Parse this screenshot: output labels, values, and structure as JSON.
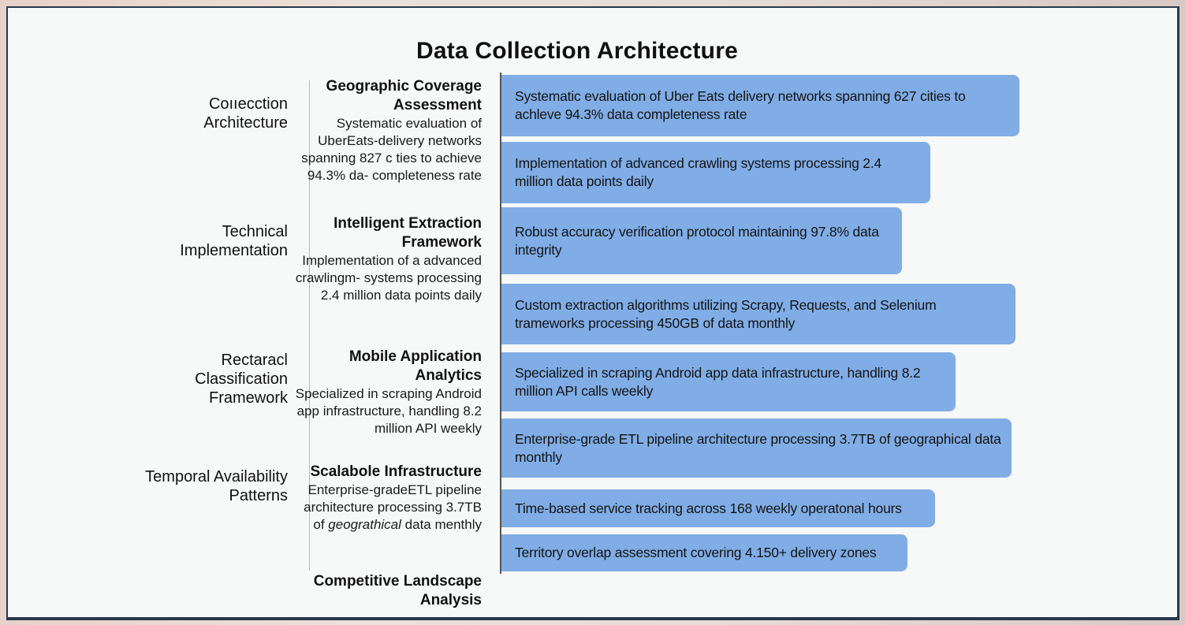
{
  "title": "Data Collection Architecture",
  "categories": [
    {
      "label": "Coııecction Architecture"
    },
    {
      "label": "Technical Implementation"
    },
    {
      "label": "Rectaracl Classification Framework"
    },
    {
      "label": "Temporal Availability Patterns"
    }
  ],
  "components": [
    {
      "heading": "Geographic Coverage Assessment",
      "description": "Systematic evaluation of UberEats-delivery networks spanning 827 c ties to achieve 94.3% da- completeness rate"
    },
    {
      "heading": "Intelligent Extraction Framework",
      "description": "Implementation of a advanced crawlingm- systems processing 2.4 million data points daily"
    },
    {
      "heading": "Mobile Application Analytics",
      "description": "Specialized in scraping Android app infrastructure, handling 8.2 million API weekly"
    },
    {
      "heading": "Scalabole Infrastructure",
      "description_pre": "Enterprise-gradeETL pipeline architecture processing 3.7TB of",
      "description_italic": "geograthical",
      "description_post": "data menthly"
    },
    {
      "heading": "Competitive Landscape Analysis"
    }
  ],
  "bars": [
    {
      "text": "Systematic evaluation of Uber Eats  delivery networks spanning 627 cities to achleve 94.3% data completeness rate"
    },
    {
      "text": "Implementation of advanced crawling systems processing 2.4 million data points daily"
    },
    {
      "text": "Robust accuracy verification protocol maintaining 97.8% data integrity"
    },
    {
      "text": "Custom extraction algorithms utilizing Scrapy, Requests, and Selenium trameworks processing 450GB of data monthly"
    },
    {
      "text": "Specialized in scraping Android app data infrastructure, handling 8.2 million API calls weekly"
    },
    {
      "text": "Enterprise-grade ETL pipeline architecture processing 3.7TB of geographical data monthly"
    },
    {
      "text": "Time-based service tracking across 168 weekly operatonal hours"
    },
    {
      "text": "Territory overlap assessment covering  4.150+ delivery zones"
    }
  ],
  "colors": {
    "bar_fill": "#80ade6",
    "frame_border": "#27394b",
    "background": "#f7f8f8"
  }
}
